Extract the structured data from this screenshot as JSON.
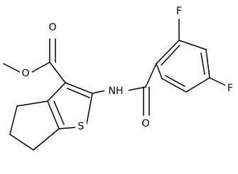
{
  "molecule": {
    "atoms": {
      "o_ester": "O",
      "o_carbonyl": "O",
      "n_amide": "NH",
      "o_amide": "O",
      "s_ring": "S",
      "f_top": "F",
      "f_right": "F"
    }
  }
}
